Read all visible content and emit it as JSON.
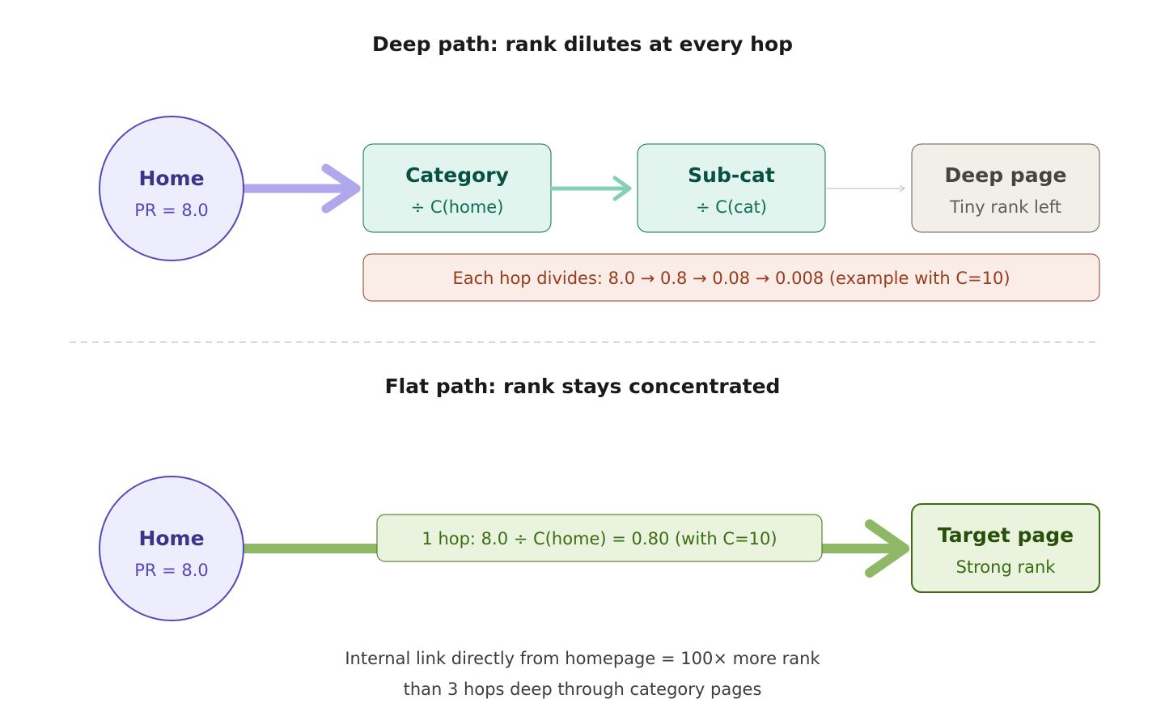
{
  "deep_section": {
    "title": "Deep path: rank dilutes at every hop",
    "home": {
      "title": "Home",
      "subtitle": "PR = 8.0"
    },
    "category": {
      "title": "Category",
      "subtitle": "÷ C(home)"
    },
    "subcat": {
      "title": "Sub-cat",
      "subtitle": "÷ C(cat)"
    },
    "deep_page": {
      "title": "Deep page",
      "subtitle": "Tiny rank left"
    },
    "note": "Each hop divides: 8.0 → 0.8 → 0.08 → 0.008 (example with C=10)"
  },
  "flat_section": {
    "title": "Flat path: rank stays concentrated",
    "home": {
      "title": "Home",
      "subtitle": "PR = 8.0"
    },
    "edge_label": "1 hop: 8.0 ÷ C(home) = 0.80 (with C=10)",
    "target": {
      "title": "Target page",
      "subtitle": "Strong rank"
    }
  },
  "caption": {
    "line1": "Internal link directly from homepage = 100× more rank",
    "line2": "than 3 hops deep through category pages"
  },
  "colors": {
    "purple_fill": "#EEEDFE",
    "purple_stroke": "#534AB7",
    "purple_text": "#3C3489",
    "purple_arrow": "#AFA9EC",
    "teal_fill": "#E1F5EE",
    "teal_stroke": "#0F6E56",
    "teal_text": "#085041",
    "teal_arrow": "#85D0B4",
    "gray_fill": "#F1EFE8",
    "gray_stroke": "#5F5E5A",
    "gray_text": "#444441",
    "coral_fill": "#FAECE7",
    "coral_stroke": "#993C1D",
    "coral_text": "#993C1D",
    "green_fill": "#EAF3DE",
    "green_stroke": "#3B6D11",
    "green_text": "#27500A",
    "green_arrow": "#8FB866"
  }
}
